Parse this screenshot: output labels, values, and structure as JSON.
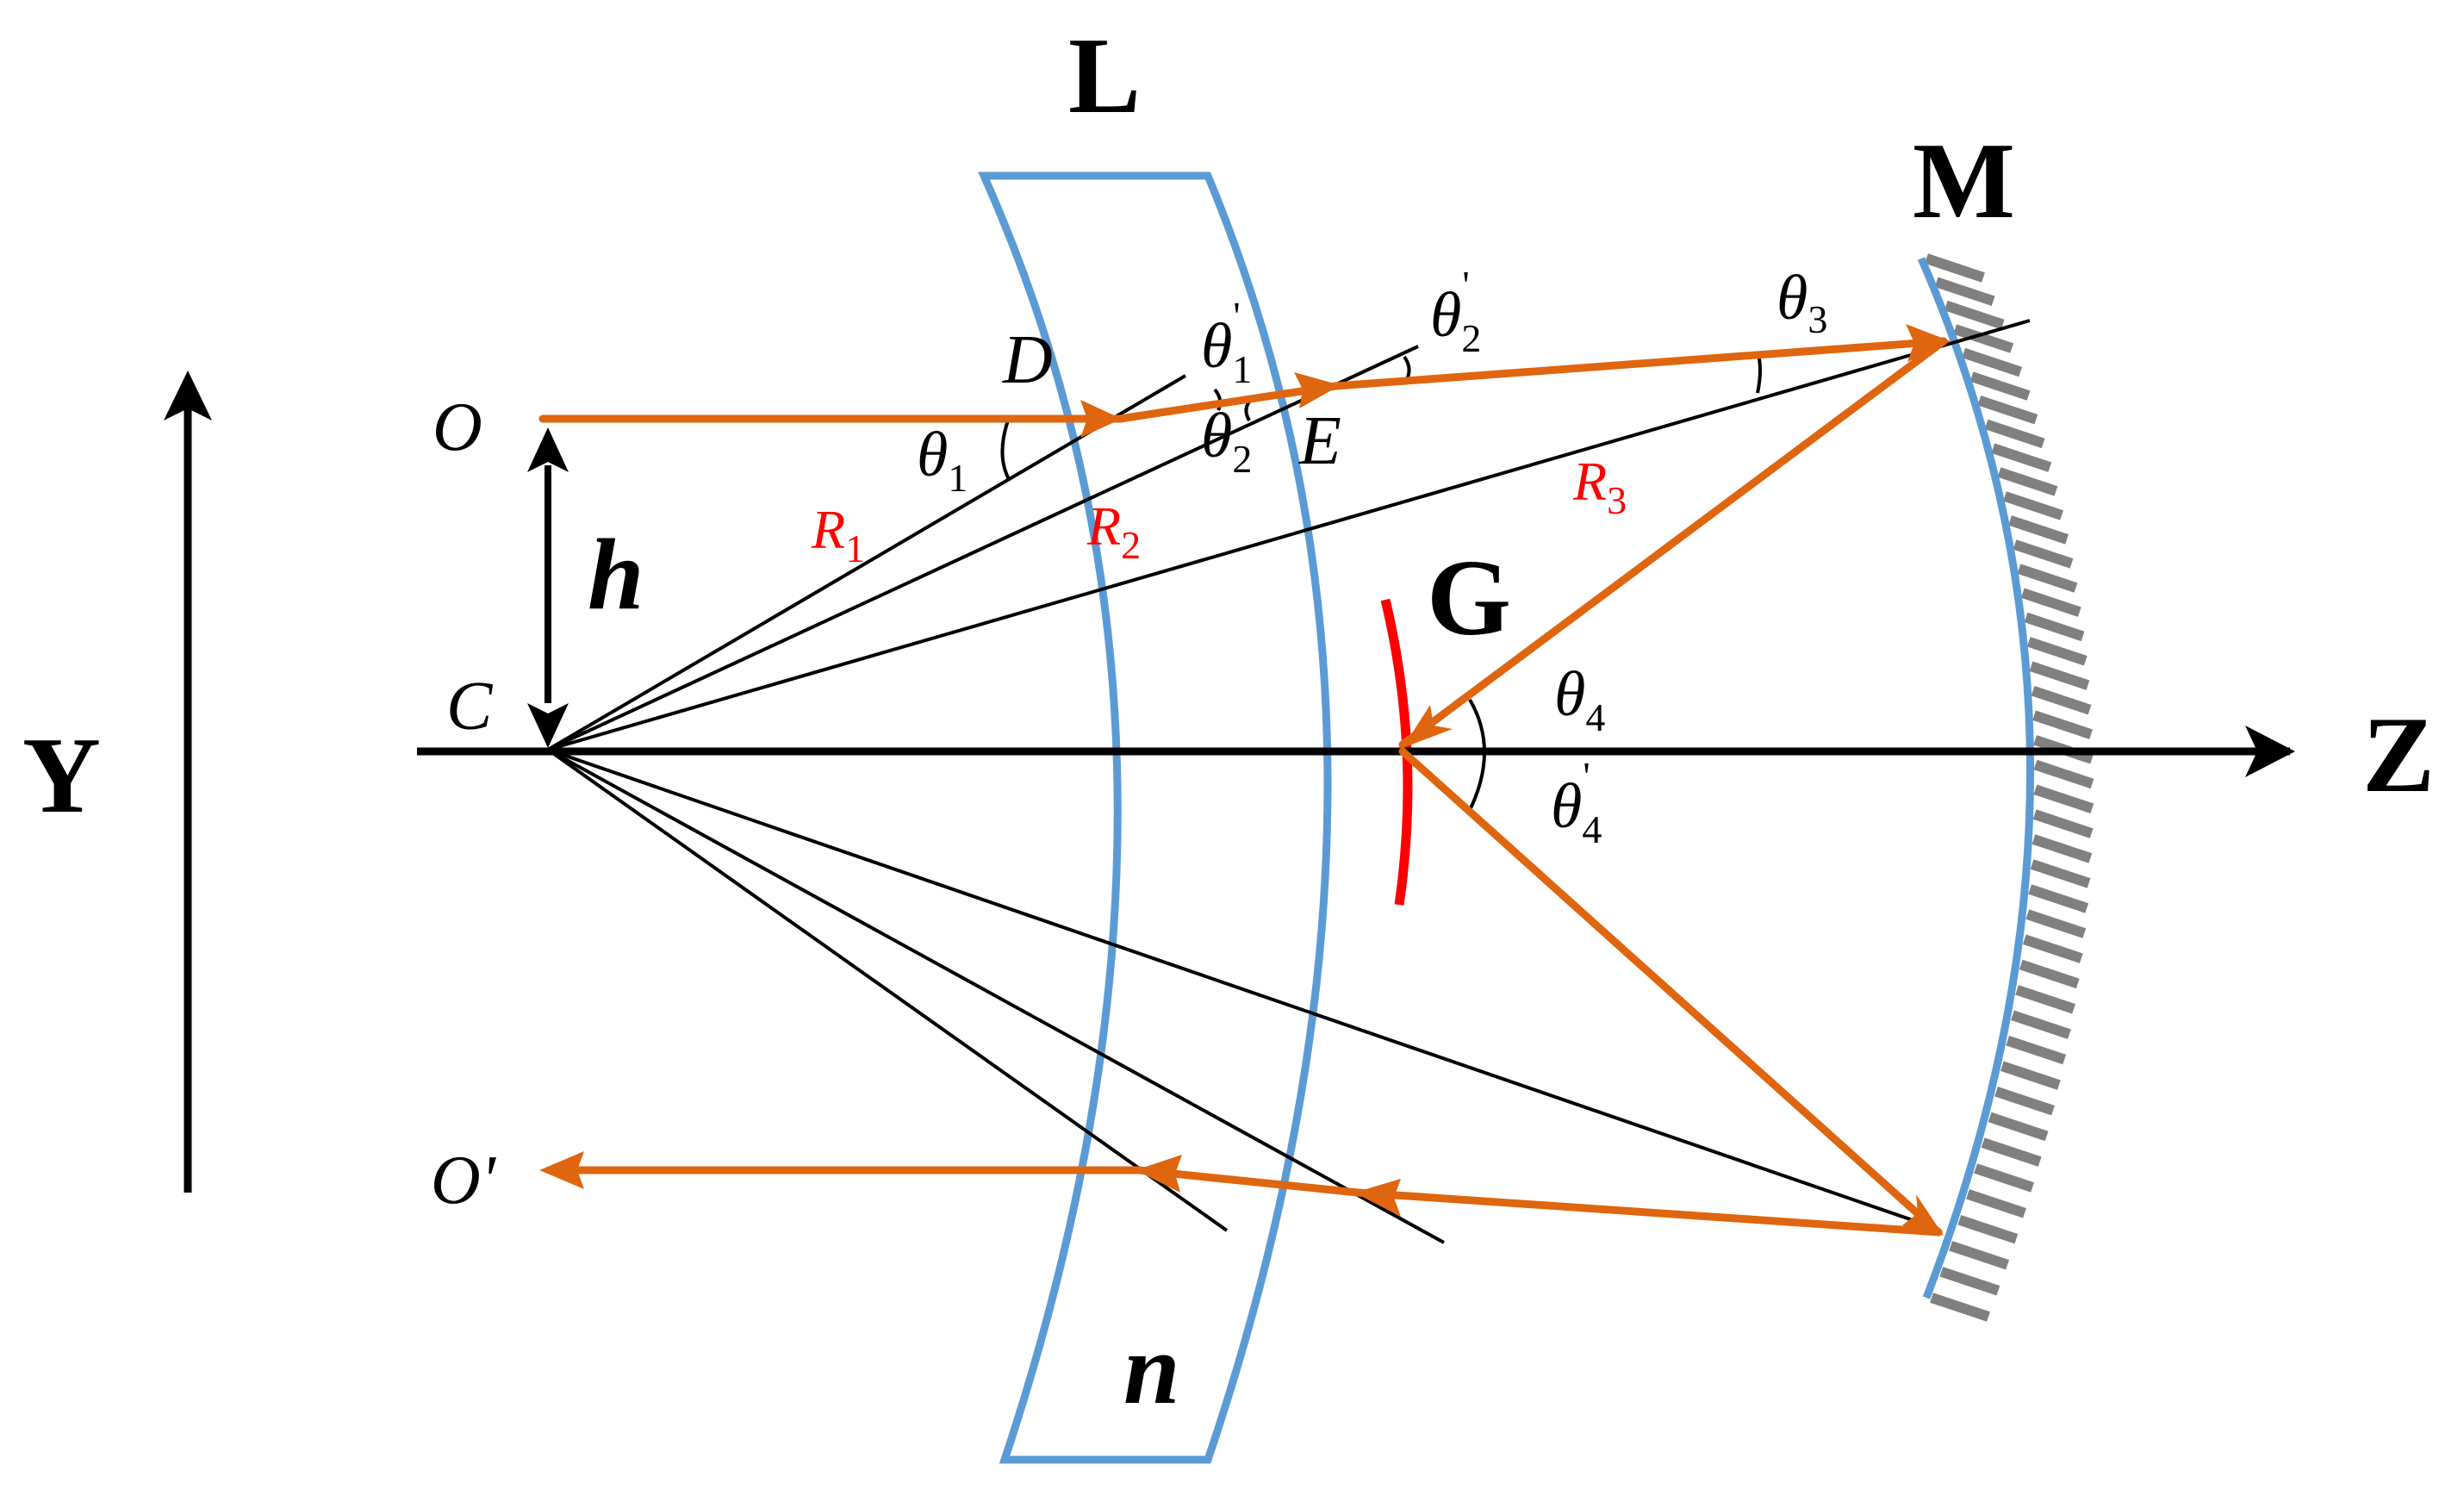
{
  "labels": {
    "lens": "L",
    "mirror": "M",
    "z_axis": "Z",
    "y_axis": "Y",
    "grating": "G",
    "height": "h",
    "index": "n",
    "point_o": "O",
    "point_o_prime": "O'",
    "point_c": "C",
    "point_d": "D",
    "point_e": "E"
  },
  "radii": {
    "r1": {
      "main": "R",
      "sub": "1"
    },
    "r2": {
      "main": "R",
      "sub": "2"
    },
    "r3": {
      "main": "R",
      "sub": "3"
    }
  },
  "angles": {
    "theta1": {
      "main": "θ",
      "sub": "1",
      "sup": ""
    },
    "theta1_prime": {
      "main": "θ",
      "sub": "1",
      "sup": "'"
    },
    "theta2": {
      "main": "θ",
      "sub": "2",
      "sup": ""
    },
    "theta2_prime": {
      "main": "θ",
      "sub": "2",
      "sup": "'"
    },
    "theta3": {
      "main": "θ",
      "sub": "3",
      "sup": ""
    },
    "theta4": {
      "main": "θ",
      "sub": "4",
      "sup": ""
    },
    "theta4_prime": {
      "main": "θ",
      "sub": "4",
      "sup": "'"
    }
  },
  "colors": {
    "ray": "#e0650f",
    "lens_surface": "#5b9bd5",
    "grating": "#ff0000",
    "hatch": "#808080",
    "line": "#000000",
    "radius_label": "#ff0000"
  }
}
